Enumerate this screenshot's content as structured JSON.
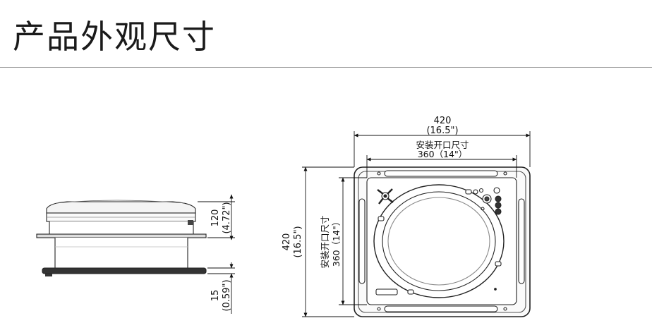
{
  "title": "产品外观尺寸",
  "side_view": {
    "height_dim": {
      "mm": "120",
      "inch": "(4.72\")"
    },
    "flange_dim": {
      "mm": "15",
      "inch": "(0.59\")"
    }
  },
  "top_view": {
    "outer_width": {
      "mm": "420",
      "inch": "(16.5\")"
    },
    "opening_width": {
      "label": "安装开口尺寸",
      "value": "360（14\"）"
    },
    "outer_height": {
      "mm": "420",
      "inch": "(16.5\")"
    },
    "opening_height": {
      "label": "安装开口尺寸",
      "value": "360（14\"）"
    }
  }
}
